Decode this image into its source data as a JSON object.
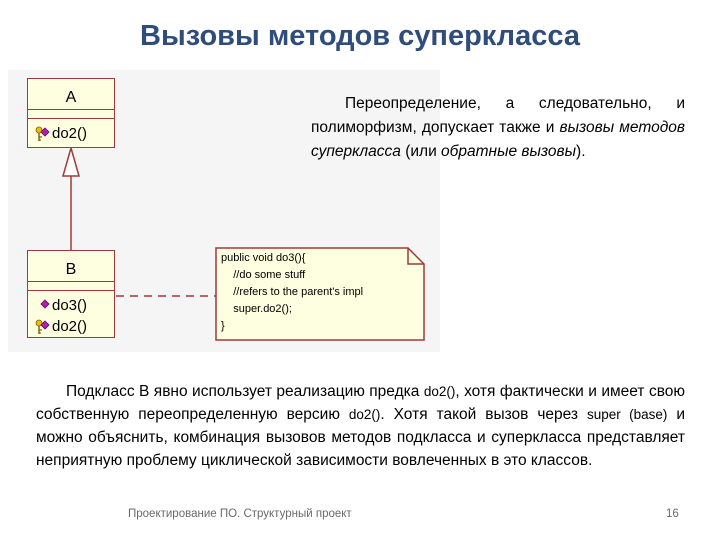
{
  "title": "Вызовы методов суперкласса",
  "diagram": {
    "class_a": {
      "name": "A",
      "methods": [
        "do2()"
      ]
    },
    "class_b": {
      "name": "B",
      "methods": [
        "do3()",
        "do2()"
      ]
    },
    "note_lines": [
      "public void do3(){",
      "    //do some stuff",
      "    //refers to the parent's impl",
      "    super.do2();",
      "}"
    ]
  },
  "para1": {
    "indent": "      ",
    "t1": "Переопределение, а следовательно, и полиморфизм, допускает также и ",
    "t2": "вызовы методов суперкласса",
    "t3": " (или ",
    "t4": "обратные вызовы",
    "t5": ")."
  },
  "para2": {
    "t1": "Подкласс B явно использует реализацию предка ",
    "c1": "do2()",
    "t2": ", хотя фактически и имеет свою собственную переопределенную версию ",
    "c2": "do2()",
    "t3": ". Хотя такой вызов через ",
    "c3": "super (base)",
    "t4": " и можно объяснить, комбинация вызовов методов подкласса и суперкласса представляет неприятную проблему циклической зависимости вовлеченных в это классов."
  },
  "footer": "Проектирование ПО. Структурный проект",
  "page_number": "16",
  "colors": {
    "title": "#2e4d7a",
    "class_fill": "#fefee0",
    "class_border": "#a03a3a",
    "diagram_background": "#f5f5f5"
  }
}
